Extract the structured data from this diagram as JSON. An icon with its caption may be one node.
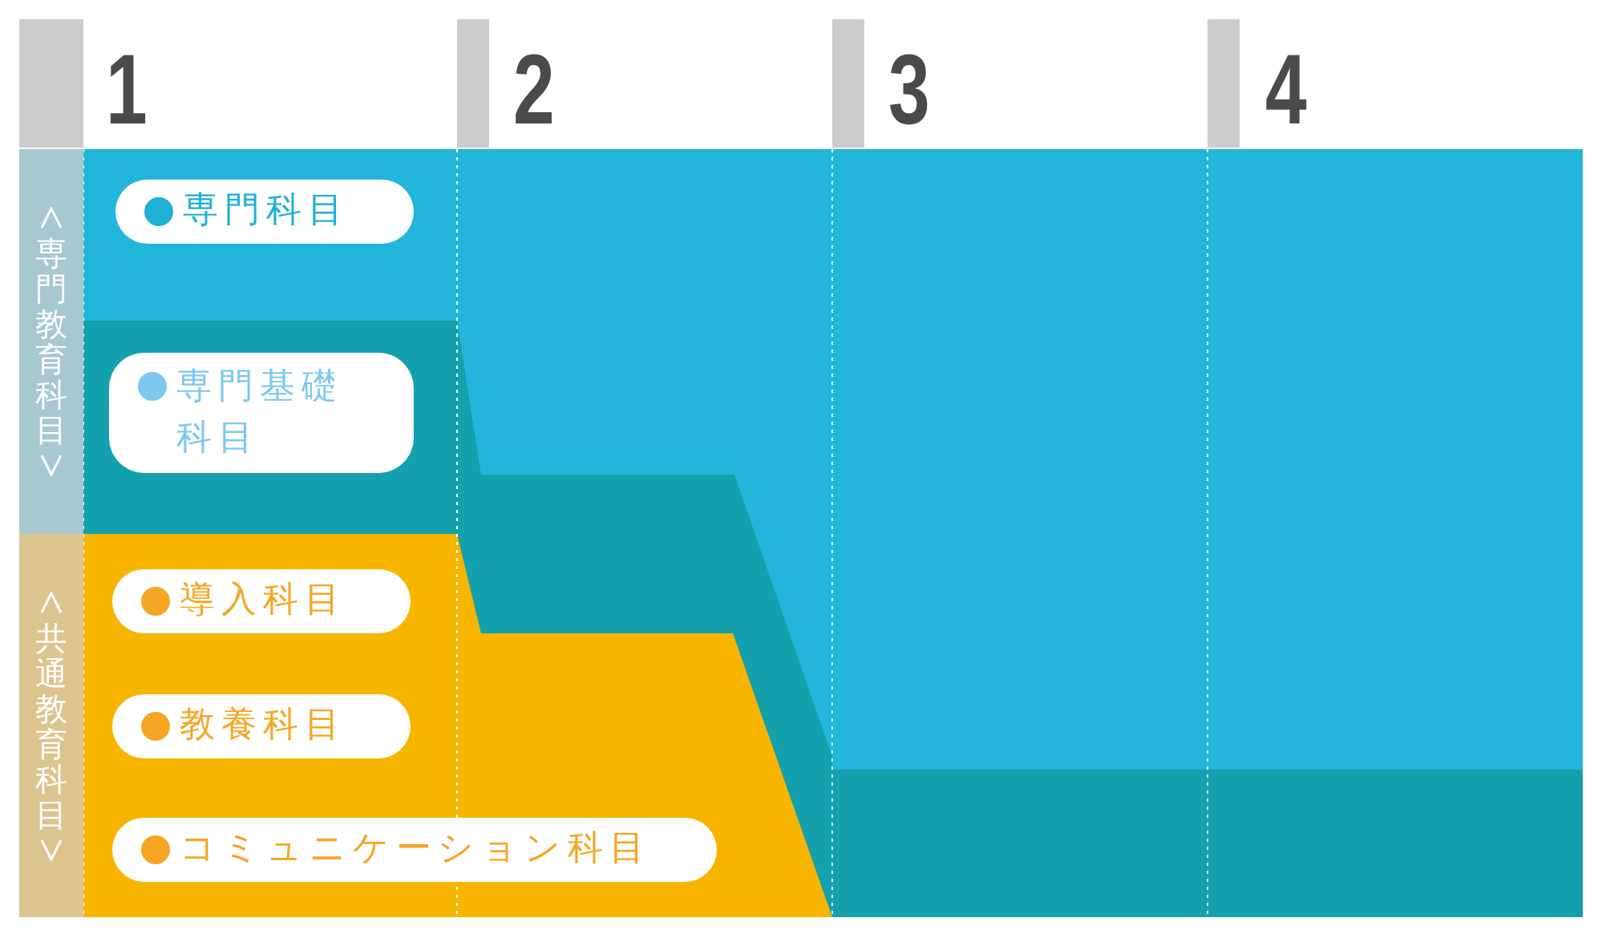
{
  "diagram": {
    "nodes": [
      {
        "text": [
          "専門教育科目"
        ]
      },
      {
        "text": [
          "共通教育科目"
        ]
      },
      {
        "text": [
          "専門科目"
        ]
      },
      {
        "text": [
          "専門基礎科目"
        ]
      },
      {
        "text": [
          "導入科目"
        ]
      },
      {
        "text": [
          "教養科目"
        ]
      },
      {
        "text": [
          "コミュニケーション科目"
        ]
      }
    ],
    "labels": [
      "1",
      "2",
      "3",
      "4"
    ]
  }
}
